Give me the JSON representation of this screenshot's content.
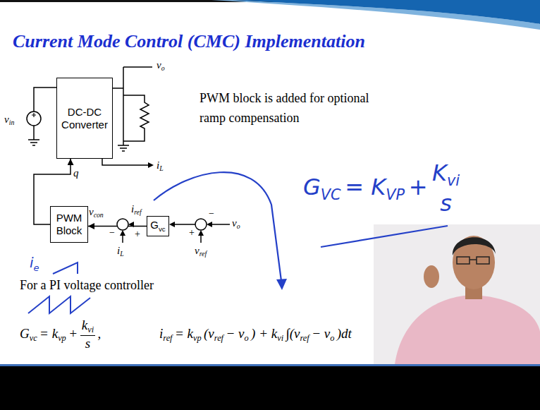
{
  "diagram": {
    "title": "Current Mode Control (CMC) Implementation",
    "nodes": [
      {
        "text": [
          "DC-DC Converter"
        ]
      },
      {
        "text": [
          "PWM Block"
        ]
      },
      {
        "text": [
          "G",
          "vc"
        ]
      }
    ],
    "edges": [
      {
        "from": 1,
        "to": 0,
        "arrow": "to"
      },
      {
        "from": 2,
        "to": 1,
        "arrow": "to"
      }
    ],
    "labels": [
      "v",
      "o",
      "v",
      "in",
      "i",
      "L",
      "q",
      "v",
      "con",
      "i",
      "ref",
      "+",
      "−",
      "i",
      "L",
      "−",
      "v",
      "o",
      "+",
      "v",
      "ref",
      "PWM block is added for optional ramp compensation",
      "For a PI voltage controller",
      "G",
      "vc",
      "= k",
      "vp",
      "+",
      "k",
      "vi",
      "s",
      ",",
      "i",
      "ref",
      "= k",
      "vp",
      "(v",
      "ref",
      "− v",
      "o",
      ") + k",
      "vi",
      "∫(v",
      "ref",
      "− v",
      "o",
      ")dt",
      "G",
      "VC",
      "= K",
      "VP",
      "+",
      "K",
      "vi",
      "s",
      "i",
      "e"
    ]
  }
}
